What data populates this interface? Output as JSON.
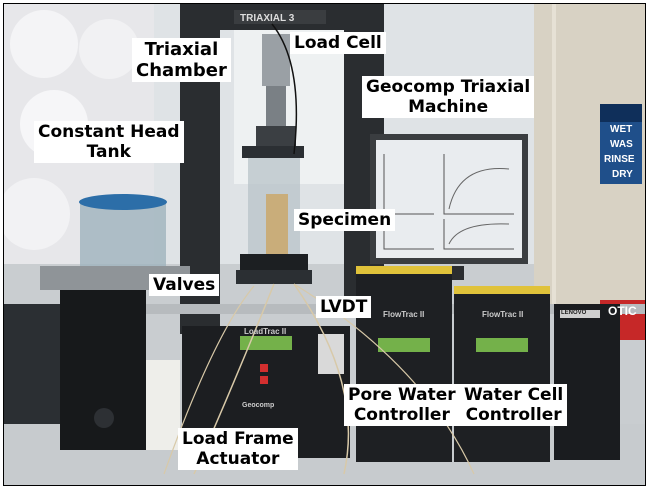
{
  "labels": {
    "triaxial_chamber": "Triaxial\nChamber",
    "load_cell": "Load Cell",
    "geocomp_machine": "Geocomp Triaxial\nMachine",
    "constant_head_tank": "Constant Head\nTank",
    "specimen": "Specimen",
    "valves": "Valves",
    "lvdt": "LVDT",
    "pore_water_controller": "Pore Water\nController",
    "water_cell_controller": "Water Cell\nController",
    "load_frame_actuator": "Load Frame\nActuator"
  },
  "equipment_text": {
    "frame_plate": "TRIAXIAL 3",
    "flowtrac_left": "FlowTrac II",
    "flowtrac_right": "FlowTrac II",
    "loadtrac": "LoadTrac II",
    "brand": "Geocomp",
    "lenovo": "LENOVO"
  },
  "signs": {
    "wet": "WET",
    "was": "WAS",
    "rinse": "RINSE",
    "dry": "DRY",
    "notice": "OTIC"
  },
  "colors": {
    "label_bg": "#ffffff",
    "frame": "#2a2d30",
    "monitor_screen": "#e9ecef",
    "controller_body": "#1e2023",
    "lcd": "#74b14a",
    "sign_blue": "#1f4f8a"
  }
}
